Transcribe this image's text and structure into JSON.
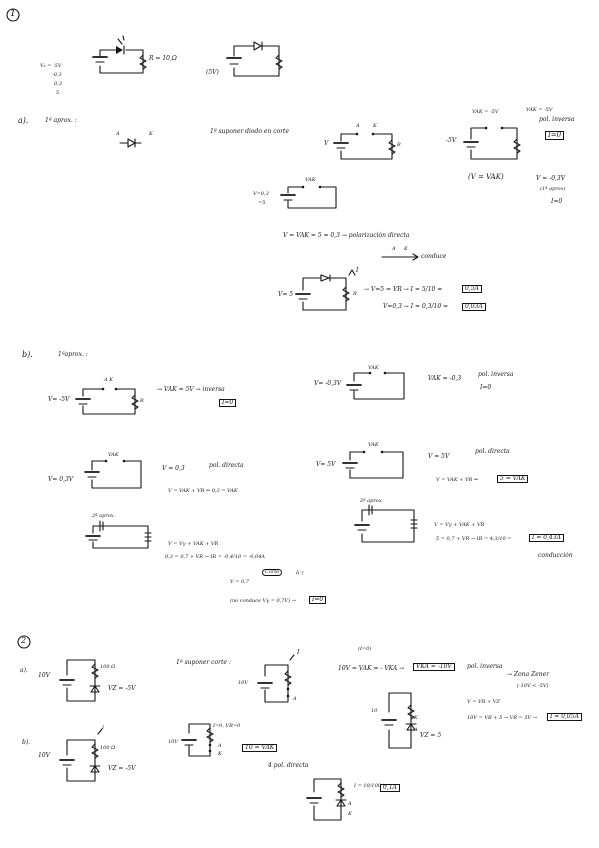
{
  "problem1": {
    "number": "1",
    "header_circuit": {
      "source_values": [
        "V₀ = -5V",
        "-0,3",
        "0,3",
        "5"
      ],
      "resistor": "R = 10,Ω",
      "right_source": "(5V)"
    },
    "part_a": {
      "label": "a).",
      "approx": "1ª aprox. :",
      "diode_labels": {
        "anode": "A",
        "cathode": "K"
      },
      "cutoff_note": "1ª suponer diodo en corte",
      "circuit_labels": {
        "v": "V",
        "a": "A",
        "k": "K",
        "r": "R"
      },
      "neg_case": {
        "vak_label": "VAK = -5V",
        "vak_right": "VAK = -5V",
        "pol_inversa": "pol. inversa",
        "source": "-5V",
        "current_result": "I=0",
        "equation": "(V = VAK)",
        "second_vak": "V = -0,3V",
        "second_note": "(1ª aprox)",
        "second_current": "I=0"
      },
      "vak_circuit": {
        "vak": "VAK",
        "v_values": [
          "V=0,3",
          "=5"
        ]
      },
      "equation_line": "V = VAK = 5 = 0,3  → polarización directa",
      "arrow_labels": {
        "a": "A",
        "k": "K"
      },
      "conduce": "conduce",
      "current_label": "I",
      "circuit_source": "V= 5",
      "circuit_r": "R",
      "result1": "→ V=5 = VR → I = 5/10 =",
      "result1_box": "0,5A",
      "result2": "V=0,3 → I = 0,3/10 =",
      "result2_box": "0,03A"
    },
    "part_b": {
      "label": "b).",
      "approx": "1ªaprox. :",
      "rows": [
        {
          "v": "V= -5V",
          "labels": "A   K",
          "r": "R",
          "result": "→ VAK = 5V → inversa",
          "box": "I=0"
        },
        {
          "v": "V= -0,3V",
          "vak": "VAK",
          "result": "VAK = -0,3",
          "note": "pol. inversa",
          "current": "I=0"
        },
        {
          "v": "V= 0,3V",
          "vak": "VAK",
          "result": "V = 0,3",
          "note": "pol. directa",
          "eq": "V = VAK + VR ⇒ 0,3 = VAK"
        },
        {
          "v": "V= 5V",
          "vak": "VAK",
          "result": "V = 5V",
          "note": "pol. directa",
          "eq": "V = VAK + VR ⇒",
          "box": "5 = VAK"
        }
      ],
      "second_approx_left": "2ª aprox.",
      "left_eqs": [
        "V = Vγ + VAK + VR",
        "0,3 = 0,7 + VR → IR = -0,4/10 = -0,04A"
      ],
      "corte": "Corte",
      "icorte": "I(-)",
      "v07": "V = 0,7",
      "no_conduce": "(no conduce  Vγ = 0,7V) →",
      "no_conduce_box": "I=0",
      "second_approx_right": "2ª aprox.",
      "right_eqs": [
        "V = Vγ + VAK + VR",
        "5 = 0,7 + VR → IR = 4,3/10 ="
      ],
      "right_box": "I = 0,43A",
      "conduccion": "conducción"
    }
  },
  "problem2": {
    "number": "2",
    "part_a": {
      "label": "a).",
      "source": "10V",
      "resistor": "100 Ω",
      "vz": "VZ = -5V",
      "cutoff_note": "1ª suponer corte :",
      "circuit_source": "10V",
      "current": "I",
      "a": "A",
      "eq_top": "(I=0)",
      "eq": "10V = VAK = - VKA →",
      "eq_box": "VKA = -10V",
      "pol_inversa": "pol. inversa",
      "zona": "→ Zona Zener",
      "zona_range": "(-10V < -5V)",
      "sub_source": "10",
      "vz_sub": "VZ = 5",
      "k": "K",
      "a2": "A",
      "eq2": "V = VR + VZ",
      "eq3": "10V = VR + 5 → VR = 5V →",
      "eq3_box": "I = 0,05A"
    },
    "part_b": {
      "label": "b).",
      "source": "10V",
      "resistor": "100 Ω",
      "vz": "VZ = -5V",
      "second_current": "I",
      "circuit_source": "10V",
      "i_note": "I=0, VR=0",
      "box": "10 = VAK",
      "pol_directa": "4 pol. directa",
      "a": "A",
      "k": "K",
      "current_eq": "I = 10/100 =",
      "current_box": "0,1A",
      "a2": "A",
      "k2": "K"
    }
  }
}
